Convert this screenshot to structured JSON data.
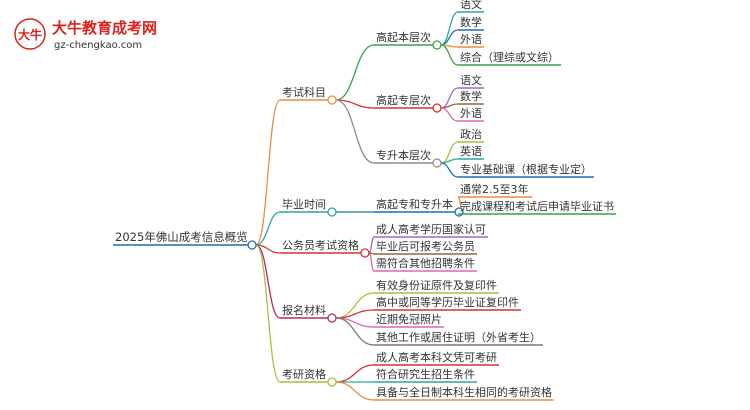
{
  "logo": {
    "title": "大牛教育成考网",
    "url": "gz-chengkao.com",
    "mark_text": "大牛"
  },
  "mindmap": {
    "root": "2025年佛山成考信息概览",
    "branches": [
      {
        "label": "考试科目",
        "color": "#f08a3c",
        "children": [
          {
            "label": "高起本层次",
            "color": "#3aa24a",
            "children": [
              {
                "label": "语文",
                "color": "#2aa7a0"
              },
              {
                "label": "数学",
                "color": "#1f6fb5"
              },
              {
                "label": "外语",
                "color": "#f08a3c"
              },
              {
                "label": "综合（理综或文综）",
                "color": "#3aa24a"
              }
            ]
          },
          {
            "label": "高起专层次",
            "color": "#d9312b",
            "children": [
              {
                "label": "语文",
                "color": "#9a6cc7"
              },
              {
                "label": "数学",
                "color": "#8a6a3a"
              },
              {
                "label": "外语",
                "color": "#e067b5"
              }
            ]
          },
          {
            "label": "专升本层次",
            "color": "#8c8c8c",
            "children": [
              {
                "label": "政治",
                "color": "#a4c23a"
              },
              {
                "label": "英语",
                "color": "#2aa7a0"
              },
              {
                "label": "专业基础课（根据专业定）",
                "color": "#1f6fb5"
              }
            ]
          }
        ]
      },
      {
        "label": "毕业时间",
        "color": "#2aa7a0",
        "children": [
          {
            "label": "高起专和专升本",
            "color": "#1f6fb5",
            "children": [
              {
                "label": "通常2.5至3年",
                "color": "#f08a3c"
              },
              {
                "label": "完成课程和考试后申请毕业证书",
                "color": "#3aa24a"
              }
            ]
          }
        ]
      },
      {
        "label": "公务员考试资格",
        "color": "#d9312b",
        "children": [
          {
            "label": "成人高考学历国家认可",
            "color": "#9a6cc7"
          },
          {
            "label": "毕业后可报考公务员",
            "color": "#8a6a3a"
          },
          {
            "label": "需符合其他招聘条件",
            "color": "#e067b5"
          }
        ]
      },
      {
        "label": "报名材料",
        "color": "#b8266b",
        "children": [
          {
            "label": "有效身份证原件及复印件",
            "color": "#a4c23a"
          },
          {
            "label": "高中或同等学历毕业证复印件",
            "color": "#d9312b"
          },
          {
            "label": "近期免冠照片",
            "color": "#e067b5"
          },
          {
            "label": "其他工作或居住证明（外省考生）",
            "color": "#7a7a7a"
          }
        ]
      },
      {
        "label": "考研资格",
        "color": "#a4c23a",
        "children": [
          {
            "label": "成人高考本科文凭可考研",
            "color": "#d9312b"
          },
          {
            "label": "符合研究生招生条件",
            "color": "#2aa7a0"
          },
          {
            "label": "具备与全日制本科生相同的考研资格",
            "color": "#f08a3c"
          }
        ]
      }
    ]
  }
}
